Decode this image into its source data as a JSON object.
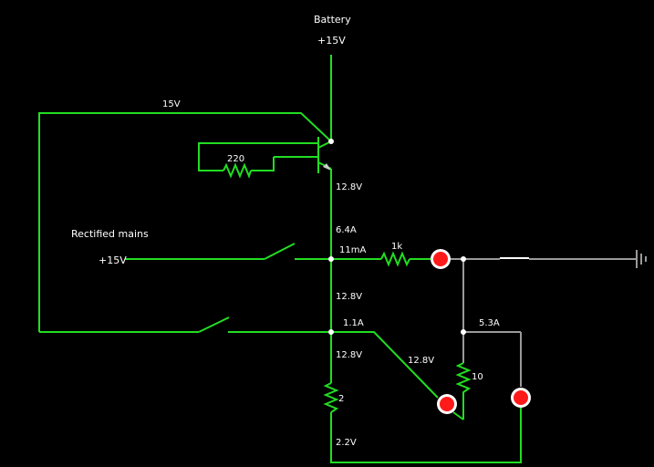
{
  "labels": {
    "battery": "Battery",
    "plus15_top": "+15V",
    "wire_15v": "15V",
    "r220": "220",
    "v_emitter": "12.8V",
    "i_6_4a": "6.4A",
    "rectified_mains": "Rectified mains",
    "plus15_left": "+15V",
    "i_11ma": "11mA",
    "r1k": "1k",
    "v_mid": "12.8V",
    "i_1_1a": "1.1A",
    "i_5_3a": "5.3A",
    "v_lower": "12.8V",
    "v_diag": "12.8V",
    "r10": "10",
    "r2": "2",
    "v_bottom": "2.2V"
  },
  "colors": {
    "background": "#000000",
    "live_wire": "#22dd22",
    "dead_wire": "#9a9a9a",
    "lamp_on": "#ff1a1a",
    "text": "#ffffff"
  }
}
